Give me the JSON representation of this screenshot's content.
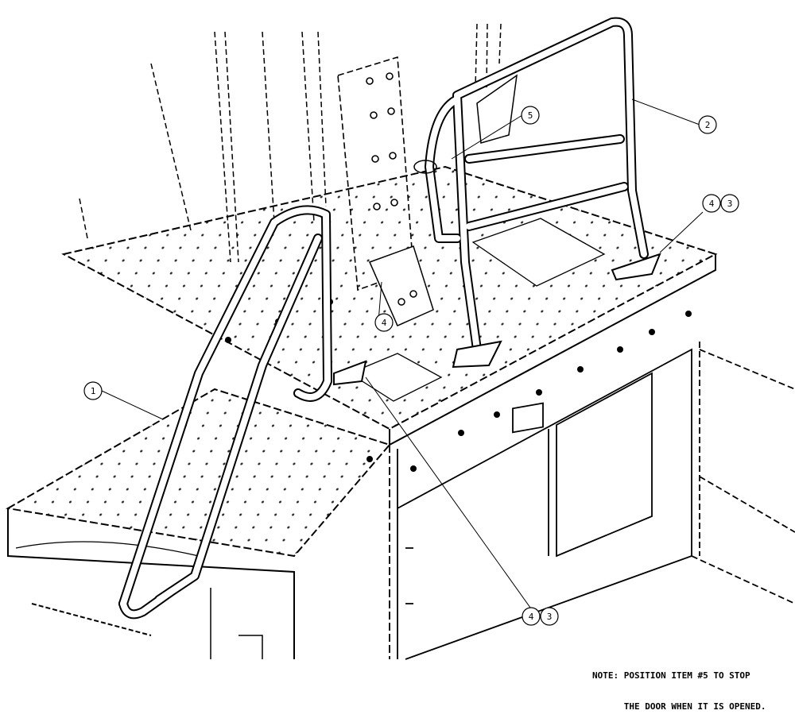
{
  "callouts": {
    "c1": "1",
    "c2": "2",
    "c3a": "3",
    "c4a": "4",
    "c4b": "4",
    "c5": "5",
    "c4c": "4",
    "c3c": "3"
  },
  "note": {
    "line1": "NOTE: POSITION ITEM #5 TO STOP",
    "line2": "      THE DOOR WHEN IT IS OPENED."
  }
}
